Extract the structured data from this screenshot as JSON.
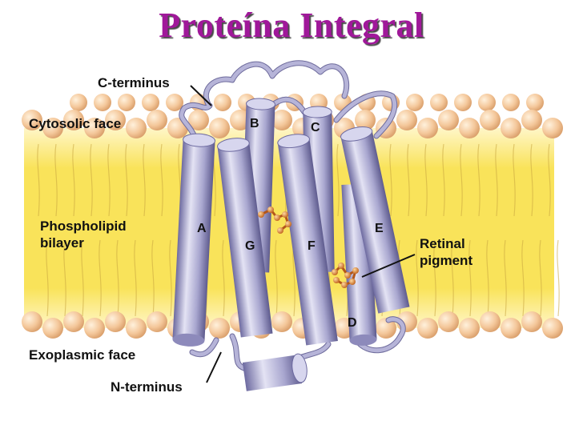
{
  "title": "Proteína Integral",
  "labels": {
    "c_terminus": "C-terminus",
    "cytosolic_face": "Cytosolic face",
    "phospholipid_1": "Phospholipid",
    "phospholipid_2": "bilayer",
    "retinal_1": "Retinal",
    "retinal_2": "pigment",
    "exoplasmic_face": "Exoplasmic face",
    "n_terminus": "N-terminus"
  },
  "helices": {
    "A": "A",
    "B": "B",
    "C": "C",
    "D": "D",
    "E": "E",
    "F": "F",
    "G": "G"
  },
  "colors": {
    "title": "#a0189a",
    "bilayer_core": "#f9e35a",
    "lipid_head": "#f4c79a",
    "helix": "#a8a6cf",
    "loop": "#b6b4d8",
    "retinal": "#d9792a"
  }
}
